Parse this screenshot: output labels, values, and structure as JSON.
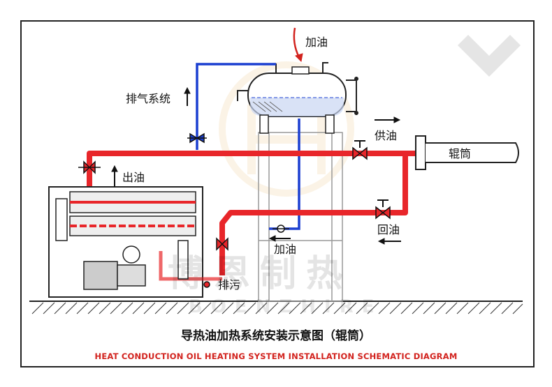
{
  "labels": {
    "add_oil_top": "加油",
    "exhaust": "排气系统",
    "supply_oil": "供油",
    "roller": "辊筒",
    "out_oil": "出油",
    "return_oil": "回油",
    "add_oil_bottom": "加油",
    "drain": "排污"
  },
  "title": "导热油加热系统安装示意图（辊筒）",
  "subtitle": "HEAT CONDUCTION OIL HEATING SYSTEM INSTALLATION SCHEMATIC DIAGRAM",
  "watermark": {
    "cn": "博恩制热",
    "en": "BOENZHIRE"
  },
  "colors": {
    "hot_pipe": "#e8262a",
    "cold_pipe": "#1b3fd1",
    "accent_red": "#d2231e",
    "frame": "#222222"
  }
}
